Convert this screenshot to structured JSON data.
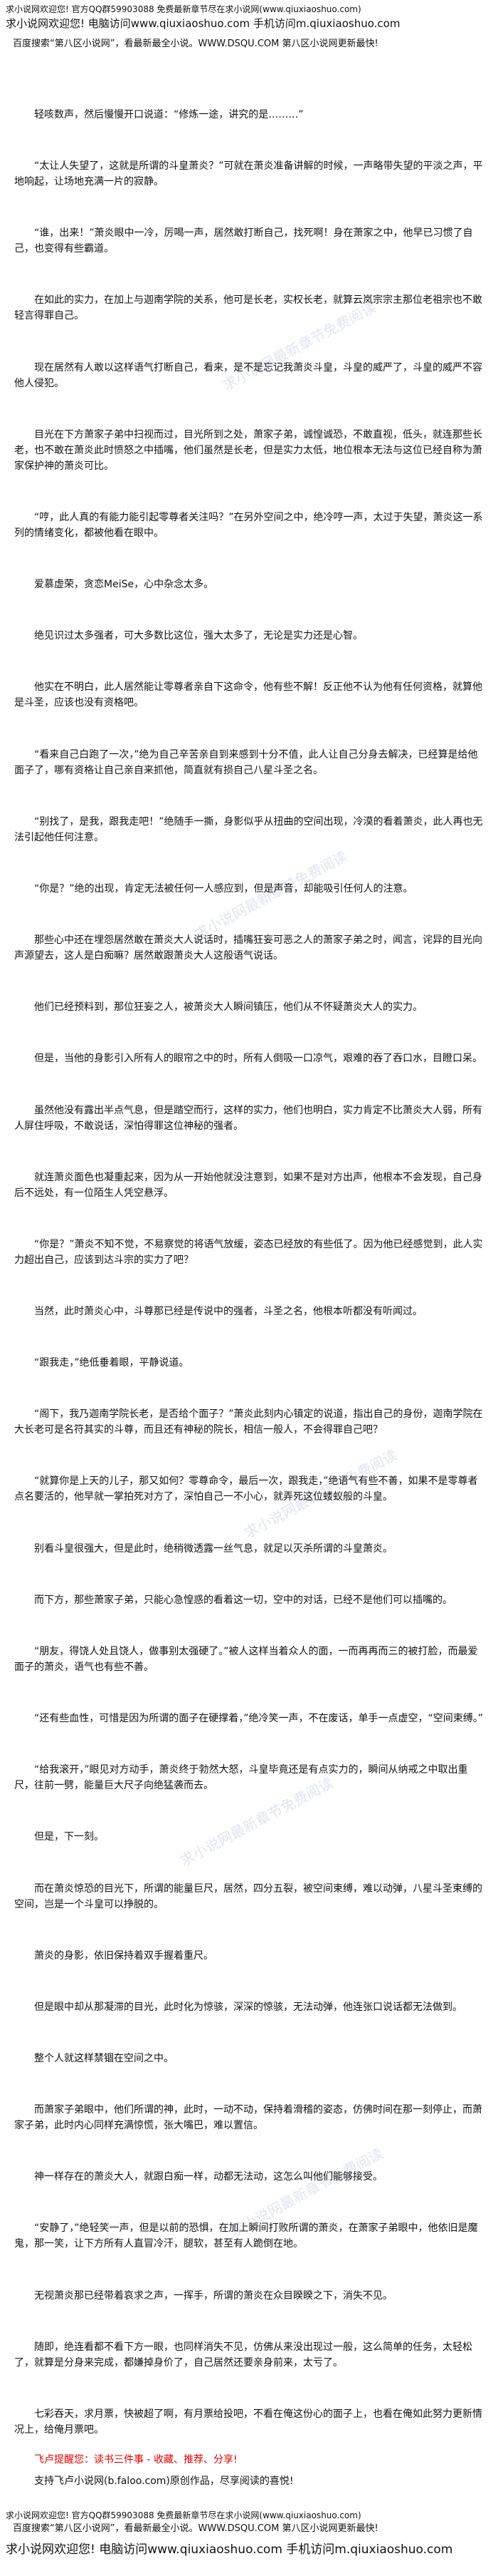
{
  "site_header": {
    "line1": "求小说网欢迎您! 官方QQ群59903088 免费最新章节尽在求小说网(www.qiuxiaoshuo.com)",
    "line2": "求小说网欢迎您! 电脑访问www.qiuxiaoshuo.com 手机访问m.qiuxiaoshuo.com",
    "line3": "百度搜索“第八区小说网”，看最新最全小说。WWW.DSQU.COM 第八区小说网更新最快!"
  },
  "chapter": {
    "paragraphs": [
      "轻咳数声，然后慢慢开口说道：“修炼一途，讲究的是………”",
      "“太让人失望了，这就是所谓的斗皇萧炎？”可就在萧炎准备讲解的时候，一声略带失望的平淡之声，平地响起，让场地充满一片的寂静。",
      "“谁，出来！”萧炎眼中一冷，厉喝一声，居然敢打断自己，找死啊！身在萧家之中，他早已习惯了自己，也变得有些霸道。",
      "在如此的实力，在加上与迦南学院的关系，他可是长老，实权长老，就算云岚宗宗主那位老祖宗也不敢轻言得罪自己。",
      "现在居然有人敢以这样语气打断自己，看来，是不是忘记我萧炎斗皇，斗皇的威严了，斗皇的威严不容他人侵犯。",
      "目光在下方萧家子弟中扫视而过，目光所到之处，萧家子弟，诚惶诚恐，不敢直视，低头，就连那些长老，也不敢在萧炎此时愤怒之中插嘴，他们虽然是长老，但是实力太低，地位根本无法与这位已经自称为萧家保护神的萧炎可比。",
      "“哼，此人真的有能力能引起零尊者关注吗？”在另外空间之中，绝冷哼一声，太过于失望，萧炎这一系列的情绪变化，都被他看在眼中。",
      "爱慕虚荣，贪恋MeiSe，心中杂念太多。",
      "绝见识过太多强者，可大多数比这位，强大太多了，无论是实力还是心智。",
      "他实在不明白，此人居然能让零尊者亲自下这命令，他有些不解！反正他不认为他有任何资格，就算他是斗圣，应该也没有资格吧。",
      "“看来自己白跑了一次，”绝为自己辛苦亲自到来感到十分不值，此人让自己分身去解决，已经算是给他面子了，哪有资格让自己亲自来抓他，简直就有损自己八星斗圣之名。",
      "“别找了，是我，跟我走吧！”绝随手一撕，身影似乎从扭曲的空间出现，冷漠的看着萧炎，此人再也无法引起他任何注意。",
      "“你是？”绝的出现，肯定无法被任何一人感应到，但是声音，却能吸引任何人的注意。",
      "那些心中还在埋怨居然敢在萧炎大人说话时，插嘴狂妄可恶之人的萧家子弟之时，闻言，诧异的目光向声源望去，这人是白痴嘛？居然敢跟萧炎大人这般语气说话。",
      "他们已经预料到，那位狂妄之人，被萧炎大人瞬间镇压，他们从不怀疑萧炎大人的实力。",
      "但是，当他的身影引入所有人的眼帘之中的时，所有人倒吸一口凉气，艰难的吞了吞口水，目瞪口呆。",
      "虽然他没有露出半点气息，但是踏空而行，这样的实力，他们也明白，实力肯定不比萧炎大人弱，所有人屏住呼吸，不敢说话，深怕得罪这位神秘的强者。",
      "就连萧炎面色也凝重起来，因为从一开始他就没注意到，如果不是对方出声，他根本不会发现，自己身后不远处，有一位陌生人凭空悬浮。",
      "“你是？”萧炎不知不觉，不易察觉的将语气放缓，姿态已经放的有些低了。因为他已经感觉到，此人实力超出自己，应该到达斗宗的实力了吧？",
      "当然，此时萧炎心中，斗尊那已经是传说中的强者，斗圣之名，他根本听都没有听闻过。",
      "“跟我走，”绝低垂着眼，平静说道。",
      "“阁下，我乃迦南学院长老，是否给个面子？”萧炎此刻内心镇定的说道，指出自己的身份，迦南学院在大长老可是名符其实的斗尊，而且还有神秘的院长，相信一般人，不会得罪自己吧？",
      "“就算你是上天的儿子，那又如何？零尊命令，最后一次，跟我走，”绝语气有些不善，如果不是零尊者点名要活的，他早就一掌拍死对方了，深怕自己一不小心，就弄死这位蝼蚁般的斗皇。",
      "别看斗皇很强大，但是此时，绝稍微透露一丝气息，就足以灭杀所谓的斗皇萧炎。",
      "而下方，那些萧家子弟，只能心急惶惑的看着这一切，空中的对话，已经不是他们可以插嘴的。",
      "“朋友，得饶人处且饶人，做事别太强硬了。”被人这样当着众人的面，一而再再而三的被打脸，而最爱面子的萧炎，语气也有些不善。",
      "“还有些血性，可惜是因为所谓的面子在硬撑着，”绝冷笑一声，不在废话，单手一点虚空，“空间束缚。”",
      "“给我滚开，”眼见对方动手，萧炎终于勃然大怒，斗皇毕竟还是有点实力的，瞬间从纳戒之中取出重尺，往前一劈，能量巨大尺子向绝猛袭而去。",
      "但是，下一刻。",
      "而在萧炎惊恐的目光下，所谓的能量巨尺，居然，四分五裂，被空间束缚，难以动弹，八星斗圣束缚的空间，岂是一个斗皇可以挣脱的。",
      "萧炎的身影，依旧保持着双手握着重尺。",
      "但是眼中却从那凝滞的目光，此时化为惊骇，深深的惊骇，无法动弹，他连张口说话都无法做到。",
      "整个人就这样禁锢在空间之中。",
      "而萧家子弟眼中，他们所谓的神，此时，一动不动，保持着滑稽的姿态，仿佛时间在那一刻停止，而萧家子弟，此时内心同样充满惊慌，张大嘴巴，难以置信。",
      "神一样存在的萧炎大人，就跟白痴一样，动都无法动，这怎么叫他们能够接受。",
      "“安静了，”绝轻笑一声，但是以前的恐惧，在加上瞬间打败所谓的萧炎，在萧家子弟眼中，他依旧是魔鬼，那一笑，让下方所有人直冒冷汗，腿软，甚至有人跪倒在地。",
      "无视萧炎那已经带着哀求之声，一挥手，所谓的萧炎在众目睽睽之下，消失不见。",
      "随即，绝连看都不看下方一眼，也同样消失不见，仿佛从来没出现过一般，这么简单的任务，太轻松了，就算是分身来完成，都嫌掉身价了，自己居然还要亲身前来，太亏了。",
      "七彩吞天，求月票，快被超了啊，有月票给投吧，不看在俺这份心的面子上，也看在俺如此努力更新情况上，给俺月票吧。"
    ]
  },
  "promo": {
    "reminder": "飞卢提醒您：读书三件事 - 收藏、推荐、分享!",
    "support": "支持飞卢小说网(b.faloo.com)原创作品，尽享阅读的喜悦!"
  },
  "site_footer": {
    "line1": "求小说网欢迎您! 官方QQ群59903088 免费最新章节尽在求小说网(www.qiuxiaoshuo.com)",
    "line2": "百度搜索“第八区小说网”，看最新最全小说。WWW.DSQU.COM 第八区小说网更新最快!",
    "line3": "求小说网欢迎您! 电脑访问www.qiuxiaoshuo.com 手机访问m.qiuxiaoshuo.com"
  },
  "watermark": {
    "text": "求小说网最新章节免费阅读"
  },
  "colors": {
    "reminder": "#e00000",
    "watermark": "#6e82be"
  }
}
